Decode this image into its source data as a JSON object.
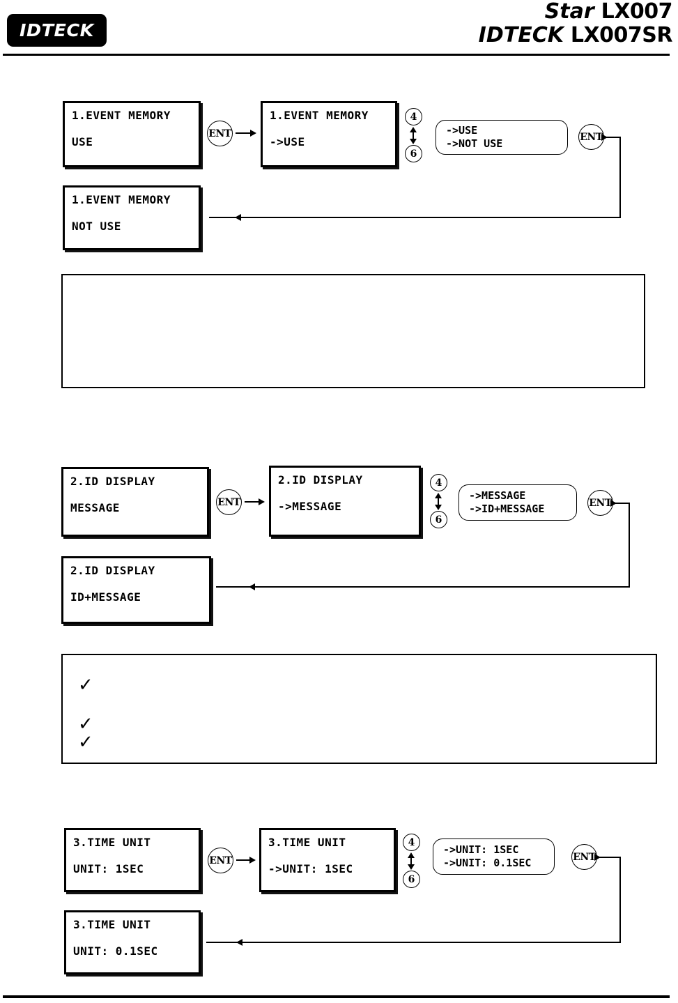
{
  "header": {
    "logo_text": "IDTECK",
    "title_line_1_brand": "Star",
    "title_line_1_model": "LX007",
    "title_line_2_brand": "IDTECK",
    "title_line_2_model": "LX007SR"
  },
  "keys": {
    "enter_label": "ENT",
    "up_label": "4",
    "down_label": "6"
  },
  "flows": [
    {
      "id": "event-memory",
      "start_screen": {
        "line1": "1.EVENT MEMORY",
        "line2": "USE"
      },
      "edit_screen": {
        "line1": "1.EVENT MEMORY",
        "line2": "->USE"
      },
      "options": {
        "line1": "->USE",
        "line2": "->NOT USE"
      },
      "result_screen": {
        "line1": "1.EVENT MEMORY",
        "line2": "NOT USE"
      }
    },
    {
      "id": "id-display",
      "start_screen": {
        "line1": "2.ID DISPLAY",
        "line2": "MESSAGE"
      },
      "edit_screen": {
        "line1": "2.ID DISPLAY",
        "line2": "->MESSAGE"
      },
      "options": {
        "line1": "->MESSAGE",
        "line2": "->ID+MESSAGE"
      },
      "result_screen": {
        "line1": "2.ID DISPLAY",
        "line2": "ID+MESSAGE"
      }
    },
    {
      "id": "time-unit",
      "start_screen": {
        "line1": "3.TIME UNIT",
        "line2": "UNIT: 1SEC"
      },
      "edit_screen": {
        "line1": "3.TIME UNIT",
        "line2": "->UNIT: 1SEC"
      },
      "options": {
        "line1": "->UNIT: 1SEC",
        "line2": "->UNIT: 0.1SEC"
      },
      "result_screen": {
        "line1": "3.TIME UNIT",
        "line2": "UNIT: 0.1SEC"
      }
    }
  ],
  "notes": [
    {
      "id": "note-event-memory",
      "bullets": []
    },
    {
      "id": "note-id-display",
      "bullets": [
        {
          "mark": "✓",
          "text": ""
        },
        {
          "mark": "✓",
          "text": ""
        },
        {
          "mark": "✓",
          "text": ""
        }
      ]
    }
  ]
}
